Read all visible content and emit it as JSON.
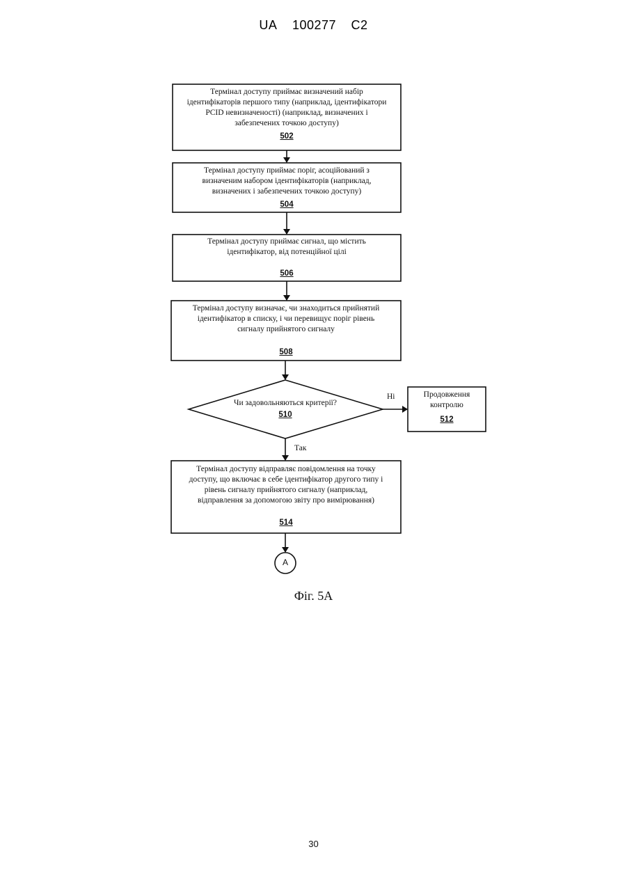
{
  "header": {
    "country": "UA",
    "patent_number": "100277",
    "kind": "C2"
  },
  "flowchart": {
    "steps": [
      {
        "id": "502",
        "lines": [
          "Термінал доступу приймає визначений набір",
          "ідентифікаторів першого типу (наприклад, ідентифікатори",
          "PCID невизначеності) (наприклад, визначених і",
          "забезпечених точкою доступу)"
        ]
      },
      {
        "id": "504",
        "lines": [
          "Термінал доступу приймає поріг, асоційований з",
          "визначеним набором ідентифікаторів (наприклад,",
          "визначених і забезпечених точкою доступу)"
        ]
      },
      {
        "id": "506",
        "lines": [
          "Термінал доступу приймає сигнал, що містить",
          "ідентифікатор, від потенційної цілі"
        ]
      },
      {
        "id": "508",
        "lines": [
          "Термінал доступу визначає, чи знаходиться прийнятий",
          "ідентифікатор в списку, і чи перевищує поріг рівень",
          "сигналу прийнятого сигналу"
        ]
      }
    ],
    "decision": {
      "id": "510",
      "text": "Чи задовольняються критерії?",
      "no_label": "Ні",
      "yes_label": "Так"
    },
    "no_branch": {
      "id": "512",
      "lines": [
        "Продовження",
        "контролю"
      ]
    },
    "final_step": {
      "id": "514",
      "lines": [
        "Термінал доступу відправляє повідомлення на точку",
        "доступу, що включає в себе ідентифікатор другого типу і",
        "рівень сигналу прийнятого сигналу (наприклад,",
        "відправлення за допомогою звіту про вимірювання)"
      ]
    },
    "connector": "A"
  },
  "caption": "Фіг. 5А",
  "page_number": "30"
}
